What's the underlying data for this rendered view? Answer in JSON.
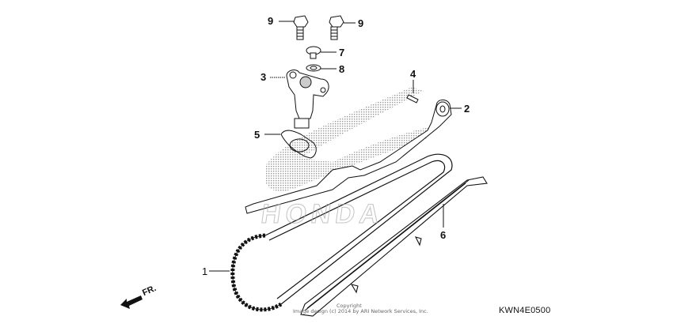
{
  "diagram": {
    "code": "KWN4E0500",
    "watermark": "HONDA",
    "direction_label": "FR.",
    "copyright_line1": "Copyright",
    "copyright_line2": "Image design (c) 2014 by ARI Network Services, Inc."
  },
  "callouts": [
    {
      "number": "1",
      "part": "cam chain"
    },
    {
      "number": "2",
      "part": "tensioner arm"
    },
    {
      "number": "3",
      "part": "tensioner lifter"
    },
    {
      "number": "4",
      "part": "pin"
    },
    {
      "number": "5",
      "part": "gasket"
    },
    {
      "number": "6",
      "part": "chain guide"
    },
    {
      "number": "7",
      "part": "bolt"
    },
    {
      "number": "8",
      "part": "washer"
    },
    {
      "number": "9a",
      "part": "flange bolt"
    },
    {
      "number": "9b",
      "part": "flange bolt"
    }
  ],
  "labels": {
    "c1": "1",
    "c2": "2",
    "c3": "3",
    "c4": "4",
    "c5": "5",
    "c6": "6",
    "c7": "7",
    "c8": "8",
    "c9a": "9",
    "c9b": "9"
  },
  "colors": {
    "line": "#111111",
    "shade": "#b0b0b0",
    "background": "#ffffff"
  }
}
